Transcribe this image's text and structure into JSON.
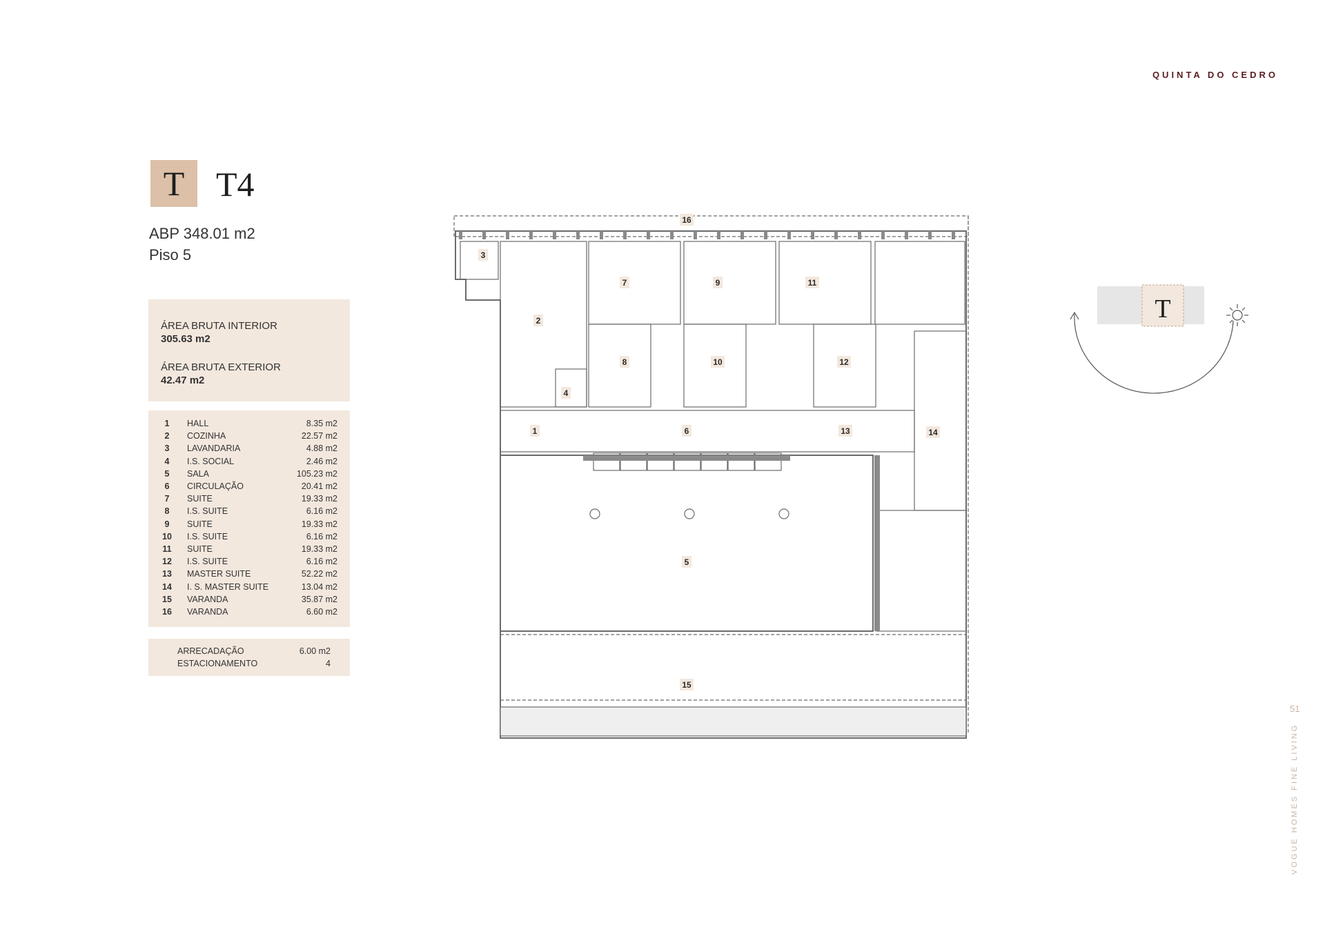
{
  "brand": "QUINTA DO CEDRO",
  "unit": {
    "badge_letter": "T",
    "name": "T4"
  },
  "abp": "ABP 348.01 m2",
  "floor": "Piso 5",
  "areas": {
    "interior_label": "ÁREA BRUTA INTERIOR",
    "interior_value": "305.63 m2",
    "exterior_label": "ÁREA BRUTA EXTERIOR",
    "exterior_value": "42.47 m2"
  },
  "rooms": [
    {
      "num": "1",
      "name": "HALL",
      "area": "8.35 m2"
    },
    {
      "num": "2",
      "name": "COZINHA",
      "area": "22.57 m2"
    },
    {
      "num": "3",
      "name": "LAVANDARIA",
      "area": "4.88 m2"
    },
    {
      "num": "4",
      "name": "I.S. SOCIAL",
      "area": "2.46 m2"
    },
    {
      "num": "5",
      "name": "SALA",
      "area": "105.23 m2"
    },
    {
      "num": "6",
      "name": "CIRCULAÇÃO",
      "area": "20.41 m2"
    },
    {
      "num": "7",
      "name": "SUITE",
      "area": "19.33 m2"
    },
    {
      "num": "8",
      "name": "I.S. SUITE",
      "area": "6.16 m2"
    },
    {
      "num": "9",
      "name": "SUITE",
      "area": "19.33 m2"
    },
    {
      "num": "10",
      "name": "I.S. SUITE",
      "area": "6.16 m2"
    },
    {
      "num": "11",
      "name": "SUITE",
      "area": "19.33 m2"
    },
    {
      "num": "12",
      "name": "I.S. SUITE",
      "area": "6.16 m2"
    },
    {
      "num": "13",
      "name": "MASTER SUITE",
      "area": "52.22 m2"
    },
    {
      "num": "14",
      "name": "I. S. MASTER SUITE",
      "area": "13.04 m2"
    },
    {
      "num": "15",
      "name": "VARANDA",
      "area": "35.87 m2"
    },
    {
      "num": "16",
      "name": "VARANDA",
      "area": "6.60 m2"
    }
  ],
  "extras": [
    {
      "name": "ARRECADAÇÃO",
      "area": "6.00 m2"
    },
    {
      "name": "ESTACIONAMENTO",
      "area": "4"
    }
  ],
  "plan_labels": [
    "1",
    "2",
    "3",
    "4",
    "5",
    "6",
    "7",
    "8",
    "9",
    "10",
    "11",
    "12",
    "13",
    "14",
    "15",
    "16"
  ],
  "compass": {
    "badge_letter": "T"
  },
  "side_text": "VOGUE HOMES FINE LIVING",
  "page_number": "51",
  "colors": {
    "brand": "#5a1e22",
    "accent": "#dcc0a8",
    "panel": "#f3e8de",
    "plan_line": "#6b6b6b"
  }
}
